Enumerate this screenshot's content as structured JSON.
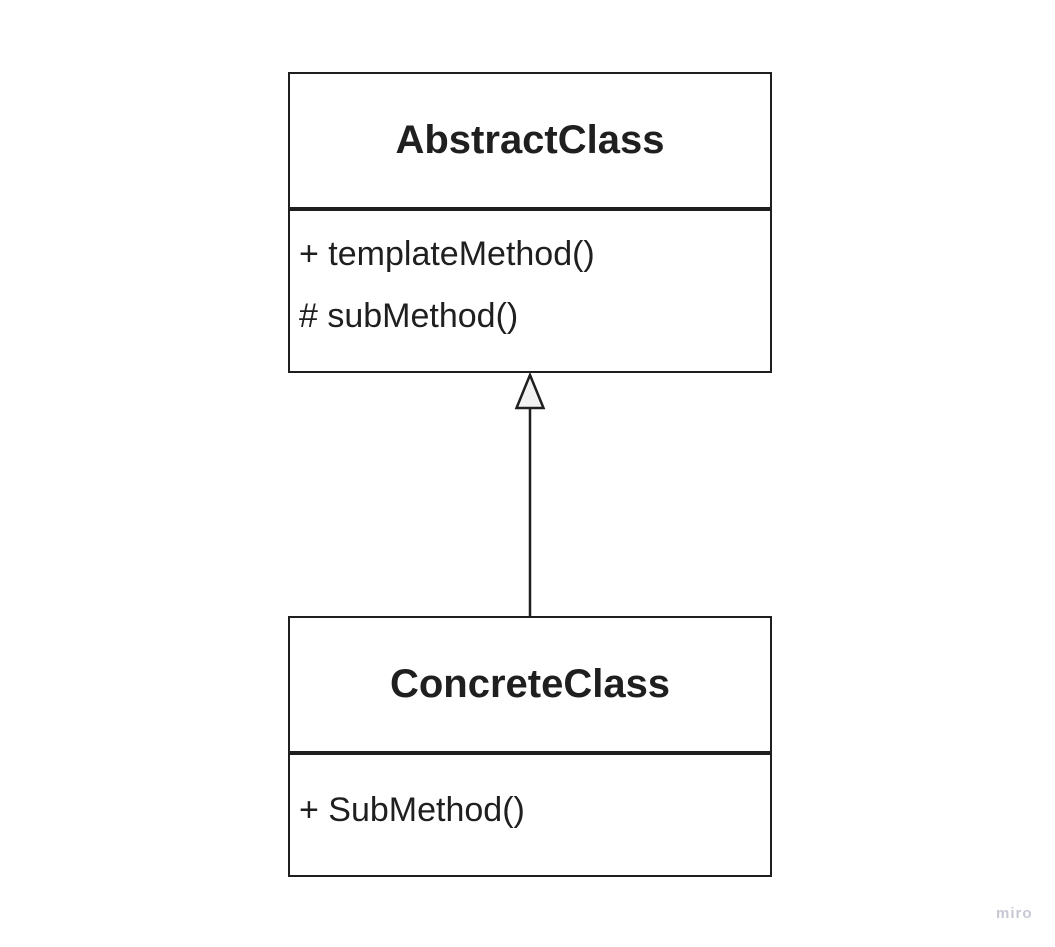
{
  "diagram": {
    "type": "uml-class-diagram",
    "classes": [
      {
        "name": "AbstractClass",
        "members": [
          "+ templateMethod()",
          "# subMethod()"
        ]
      },
      {
        "name": "ConcreteClass",
        "members": [
          "+ SubMethod()"
        ]
      }
    ],
    "relationships": [
      {
        "type": "inheritance",
        "from": "ConcreteClass",
        "to": "AbstractClass"
      }
    ]
  },
  "watermark": {
    "label": "miro"
  },
  "colors": {
    "background": "#ffffff",
    "stroke": "#1f1f1f",
    "text": "#1f1f1f",
    "triangle_fill": "#f2f2f2",
    "watermark": "#c6c8d3"
  }
}
